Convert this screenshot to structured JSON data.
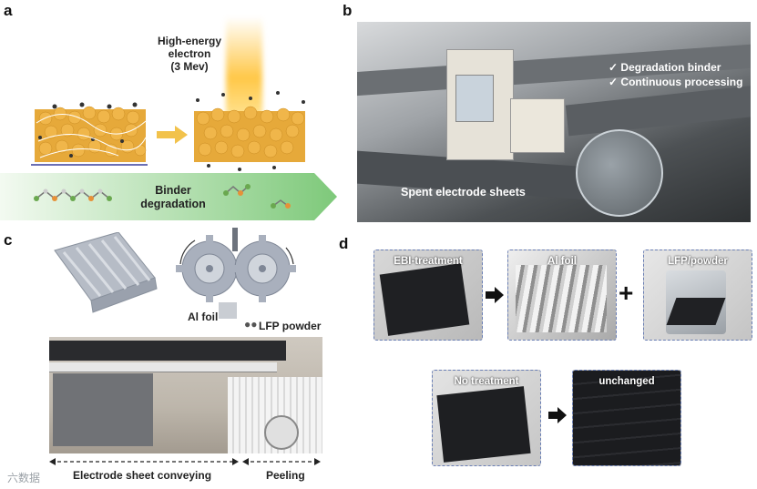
{
  "panels": {
    "a": "a",
    "b": "b",
    "c": "c",
    "d": "d"
  },
  "panel_a": {
    "beam_title": "High-energy electron",
    "beam_energy": "(3 Mev)",
    "arrow_label_line1": "Binder",
    "arrow_label_line2": "degradation"
  },
  "panel_b": {
    "bullets": [
      "Degradation binder",
      "Continuous processing"
    ],
    "caption": "Spent electrode sheets",
    "check": "✓"
  },
  "panel_c": {
    "al_foil": "Al foil",
    "lfp_powder": "LFP powder",
    "conveying": "Electrode sheet conveying",
    "peeling": "Peeling"
  },
  "panel_d": {
    "ebi": "EBI-treatment",
    "al_foil": "Al foil",
    "lfp": "LFP/powder",
    "no_treatment": "No treatment",
    "unchanged": "unchanged",
    "plus": "+"
  },
  "watermark": "六数据"
}
